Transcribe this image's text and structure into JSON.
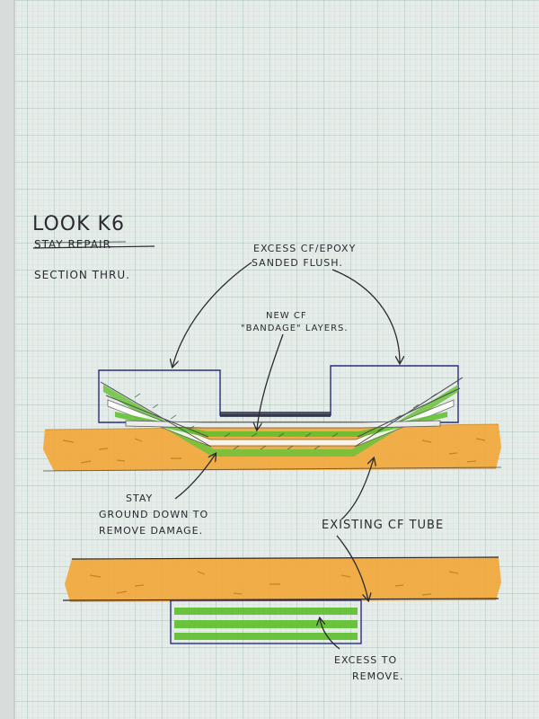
{
  "title": {
    "line1": "LOOK K6",
    "line2": "STAY REPAIR",
    "line3": "SECTION THRU."
  },
  "labels": {
    "excess_line1": "EXCESS CF/EPOXY",
    "excess_line2": "SANDED FLUSH.",
    "new_line1": "NEW CF",
    "new_line2": "\"BANDAGE\" LAYERS.",
    "stay_line1": "STAY",
    "stay_line2": "GROUND DOWN TO",
    "stay_line3": "REMOVE DAMAGE.",
    "tube": "EXISTING CF TUBE",
    "remove_line1": "EXCESS TO",
    "remove_line2": "REMOVE."
  },
  "colors": {
    "paper": "#e6ebe9",
    "grid_minor": "#bfd6cf",
    "grid_major": "#9fc0b6",
    "ink": "#2a2a30",
    "pen_blue": "#2a2d7a",
    "tube_orange": "#f0a637",
    "cf_green": "#5cbf2a"
  }
}
